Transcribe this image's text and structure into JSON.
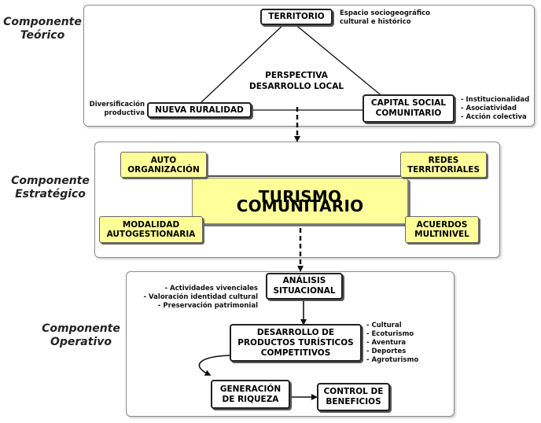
{
  "component_labels": {
    "teorico": [
      "Componente",
      "Teórico"
    ],
    "estrategico": [
      "Componente",
      "Estratégico"
    ],
    "operativo": [
      "Componente",
      "Operativo"
    ]
  },
  "teorico": {
    "territorio": "TERRITORIO",
    "territorio_note": [
      "Espacio sociogeográfico",
      "cultural e histórico"
    ],
    "perspectiva": [
      "PERSPECTIVA",
      "DESARROLLO LOCAL"
    ],
    "nueva_ruralidad": "NUEVA RURALIDAD",
    "nueva_ruralidad_note": [
      "Diversificación",
      "productiva"
    ],
    "capital_social": [
      "CAPITAL SOCIAL",
      "COMUNITARIO"
    ],
    "capital_social_note": [
      "- Institucionalidad",
      "- Asociatividad",
      "- Acción colectiva"
    ]
  },
  "estrategico": {
    "center": "TURISMO COMUNITARIO",
    "auto_organizacion": [
      "AUTO",
      "ORGANIZACIÓN"
    ],
    "redes_territoriales": [
      "REDES",
      "TERRITORIALES"
    ],
    "modalidad": [
      "MODALIDAD",
      "AUTOGESTIONARIA"
    ],
    "acuerdos": [
      "ACUERDOS",
      "MULTINIVEL"
    ]
  },
  "operativo": {
    "analisis": [
      "ANÁLISIS",
      "SITUACIONAL"
    ],
    "analisis_note": [
      "- Actividades vivenciales",
      "- Valoración identidad cultural",
      "- Preservación patrimonial"
    ],
    "desarrollo": [
      "DESARROLLO DE",
      "PRODUCTOS TURÍSTICOS",
      "COMPETITIVOS"
    ],
    "desarrollo_note": [
      "- Cultural",
      "- Ecoturismo",
      "- Aventura",
      "- Deportes",
      "- Agroturismo"
    ],
    "generacion": [
      "GENERACIÓN",
      "DE RIQUEZA"
    ],
    "control": [
      "CONTROL DE",
      "BENEFICIOS"
    ]
  }
}
